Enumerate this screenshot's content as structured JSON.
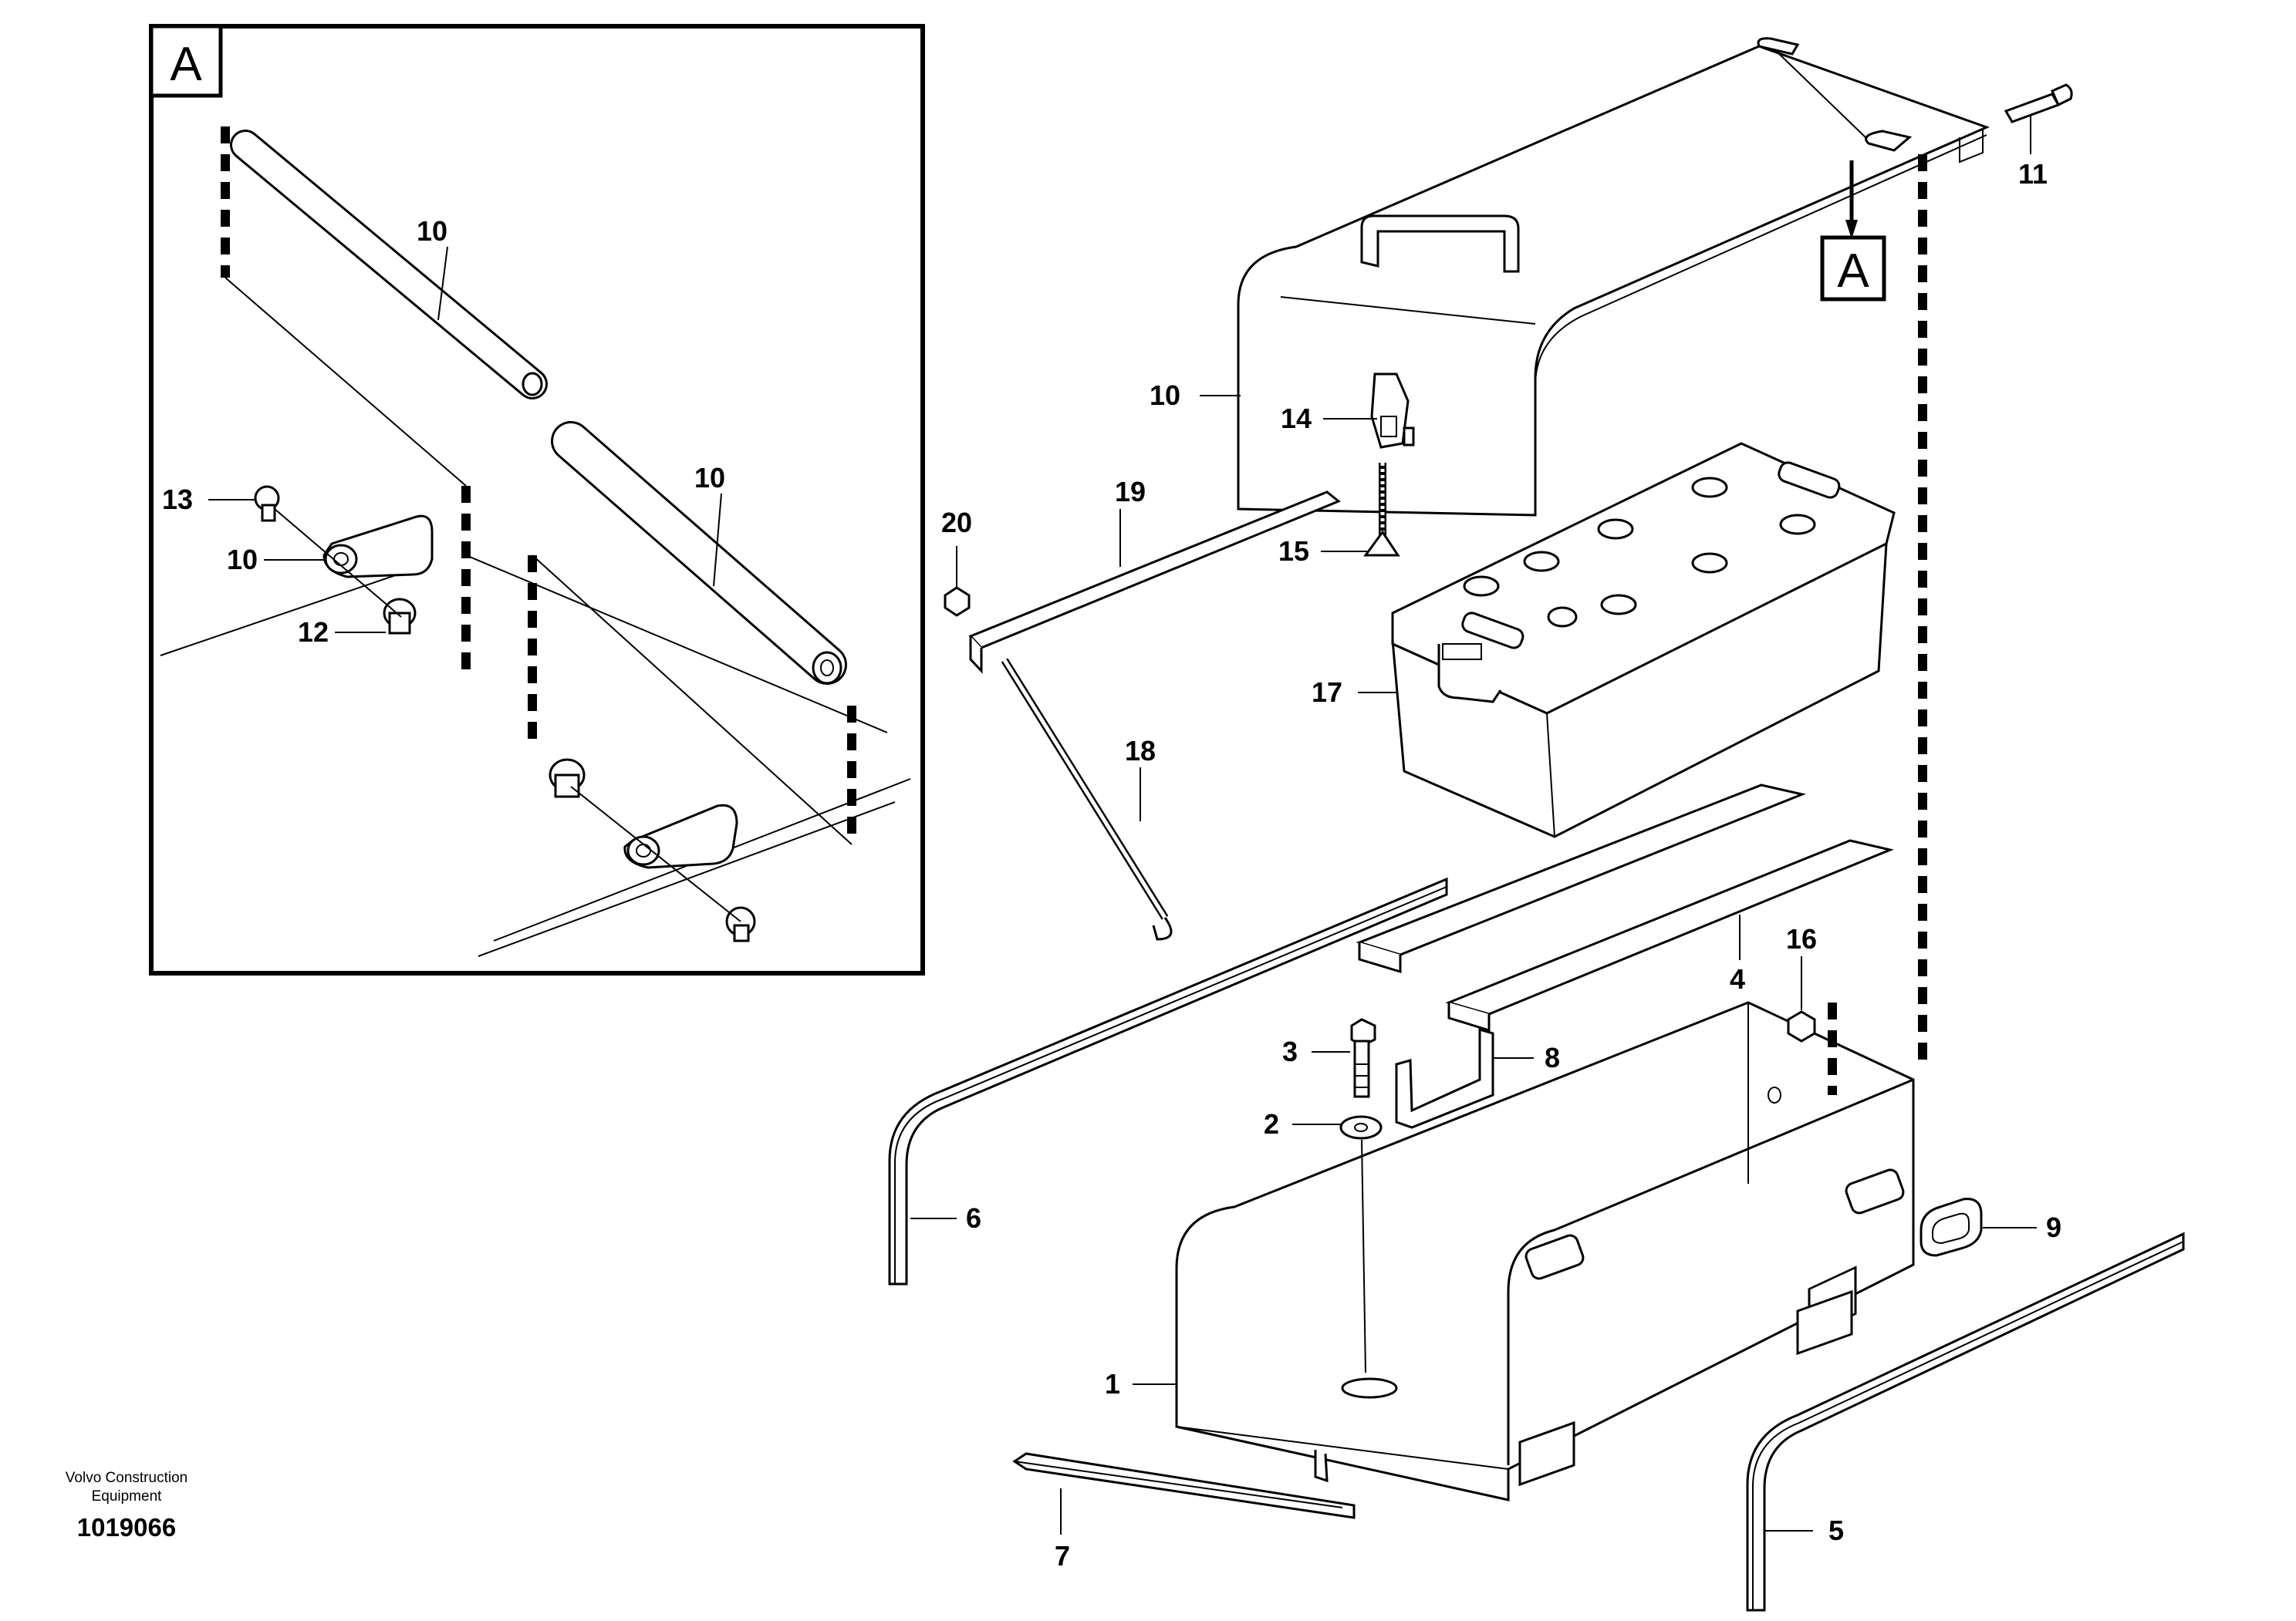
{
  "company": {
    "line1": "Volvo Construction",
    "line2": "Equipment"
  },
  "document_number": "1019066",
  "detail_letter": "A",
  "callouts": {
    "c1": "1",
    "c2": "2",
    "c3": "3",
    "c4": "4",
    "c5": "5",
    "c6": "6",
    "c7": "7",
    "c8": "8",
    "c9": "9",
    "c10": "10",
    "c11": "11",
    "c14": "14",
    "c15": "15",
    "c16": "16",
    "c17": "17",
    "c18": "18",
    "c19": "19",
    "c20": "20"
  },
  "detail_callouts": {
    "d10a": "10",
    "d10b": "10",
    "d10c": "10",
    "d12": "12",
    "d13": "13"
  }
}
